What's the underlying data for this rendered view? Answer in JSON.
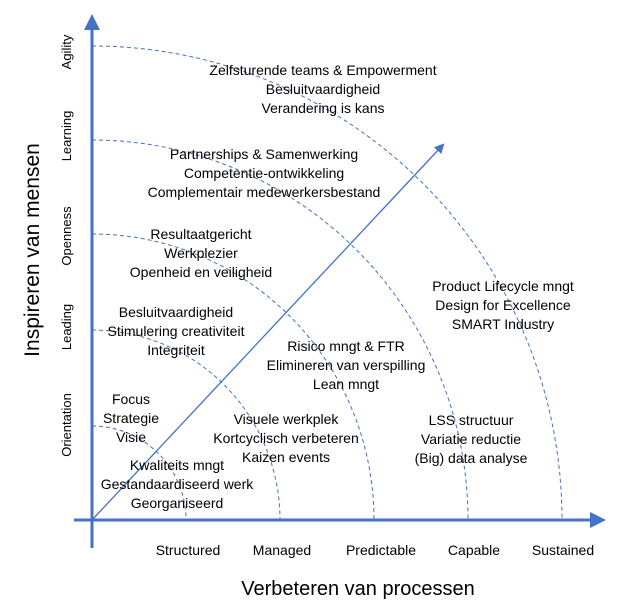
{
  "diagram": {
    "x_axis_title": "Verbeteren van processen",
    "y_axis_title": "Inspireren van mensen",
    "x_levels": [
      "Structured",
      "Managed",
      "Predictable",
      "Capable",
      "Sustained"
    ],
    "y_levels": [
      "Orientation",
      "Leading",
      "Openness",
      "Learning",
      "Agility"
    ],
    "zones": [
      {
        "lines": [
          "Kwaliteits mngt",
          "Gestandaardiseerd werk",
          "Georganiseerd"
        ]
      },
      {
        "lines": [
          "Focus",
          "Strategie",
          "Visie"
        ]
      },
      {
        "lines": [
          "Visuele werkplek",
          "Kortcyclisch verbeteren",
          "Kaizen events"
        ]
      },
      {
        "lines": [
          "Besluitvaardigheid",
          "Stimulering creativiteit",
          "Integriteit"
        ]
      },
      {
        "lines": [
          "Risico mngt & FTR",
          "Elimineren van verspilling",
          "Lean mngt"
        ]
      },
      {
        "lines": [
          "Resultaatgericht",
          "Werkplezier",
          "Openheid en veiligheid"
        ]
      },
      {
        "lines": [
          "LSS structuur",
          "Variatie reductie",
          "(Big) data analyse"
        ]
      },
      {
        "lines": [
          "Partnerships & Samenwerking",
          "Competentie-ontwikkeling",
          "Complementair medewerkersbestand"
        ]
      },
      {
        "lines": [
          "Product Lifecycle mngt",
          "Design for Excellence",
          "SMART Industry"
        ]
      },
      {
        "lines": [
          "Zelfsturende teams & Empowerment",
          "Besluitvaardigheid",
          "Verandering is kans"
        ]
      }
    ],
    "colors": {
      "axis": "#4472C4",
      "arcs": "#4472C4",
      "text": "#000000"
    }
  }
}
